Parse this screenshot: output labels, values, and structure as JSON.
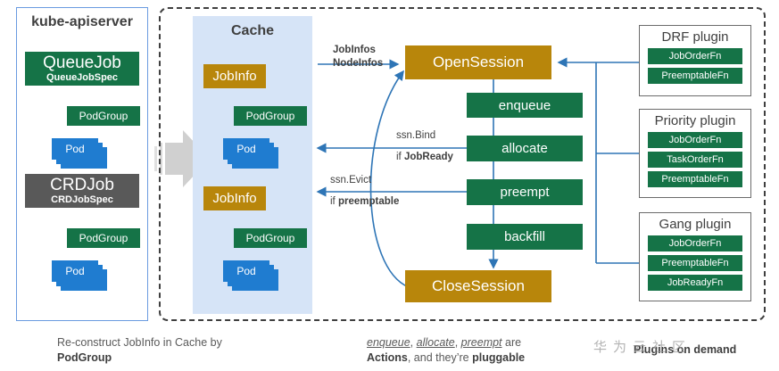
{
  "apiserver": {
    "title": "kube-apiserver",
    "jobs": [
      {
        "name": "QueueJob",
        "spec": "QueueJobSpec",
        "podgroup": "PodGroup",
        "pod": "Pod"
      },
      {
        "name": "CRDJob",
        "spec": "CRDJobSpec",
        "podgroup": "PodGroup",
        "pod": "Pod"
      }
    ]
  },
  "cache": {
    "title": "Cache",
    "jobinfos": [
      {
        "name": "JobInfo",
        "podgroup": "PodGroup",
        "pod": "Pod"
      },
      {
        "name": "JobInfo",
        "podgroup": "PodGroup",
        "pod": "Pod"
      }
    ]
  },
  "session": {
    "open": "OpenSession",
    "close": "CloseSession",
    "actions": [
      "enqueue",
      "allocate",
      "preempt",
      "backfill"
    ]
  },
  "edges": {
    "cache_to_session_line1": "JobInfos",
    "cache_to_session_line2": "NodeInfos",
    "bind_line1": "ssn.Bind",
    "bind_line2_prefix": "if ",
    "bind_line2_bold": "JobReady",
    "evict_line1": "ssn.Evict",
    "evict_line2_prefix": "if ",
    "evict_line2_bold": "preemptable"
  },
  "plugins": [
    {
      "title": "DRF plugin",
      "fns": [
        "JobOrderFn",
        "PreemptableFn"
      ]
    },
    {
      "title": "Priority plugin",
      "fns": [
        "JobOrderFn",
        "TaskOrderFn",
        "PreemptableFn"
      ]
    },
    {
      "title": "Gang plugin",
      "fns": [
        "JobOrderFn",
        "PreemptableFn",
        "JobReadyFn"
      ]
    }
  ],
  "captions": {
    "left_line1": "Re-construct JobInfo in Cache by",
    "left_line2": "PodGroup",
    "center_italic1": "enqueue",
    "center_sep1": ", ",
    "center_italic2": "allocate",
    "center_sep2": ", ",
    "center_italic3": "preempt",
    "center_tail": " are",
    "center_line2_bold1": "Actions",
    "center_line2_mid": ", and they’re ",
    "center_line2_bold2": "pluggable",
    "right": "Plugins on demand"
  },
  "watermark": "华为云社区",
  "colors": {
    "green": "#157347",
    "gold": "#B8860B",
    "grey": "#595959",
    "pod_blue": "#1F7CD0",
    "cache_bg": "#d6e4f7",
    "wire": "#2E75B6"
  }
}
